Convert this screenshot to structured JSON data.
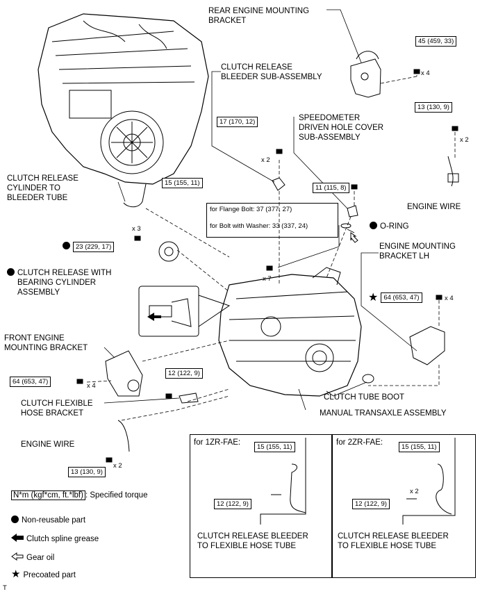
{
  "labels": {
    "rear_bracket": [
      "REAR ENGINE MOUNTING",
      "BRACKET"
    ],
    "bleeder_sub": [
      "CLUTCH RELEASE",
      "BLEEDER SUB-ASSEMBLY"
    ],
    "speedo_cover": [
      "SPEEDOMETER",
      "DRIVEN HOLE COVER",
      "SUB-ASSEMBLY"
    ],
    "cyl_to_bleeder": [
      "CLUTCH RELEASE",
      "CYLINDER TO",
      "BLEEDER TUBE"
    ],
    "engine_wire_r": "ENGINE WIRE",
    "o_ring": "O-RING",
    "release_bearing": [
      "CLUTCH RELEASE WITH",
      "BEARING CYLINDER",
      "ASSEMBLY"
    ],
    "mount_lh": [
      "ENGINE MOUNTING",
      "BRACKET LH"
    ],
    "front_bracket": [
      "FRONT ENGINE",
      "MOUNTING BRACKET"
    ],
    "flex_hose_bracket": [
      "CLUTCH FLEXIBLE",
      "HOSE BRACKET"
    ],
    "tube_boot": "CLUTCH TUBE BOOT",
    "transaxle": "MANUAL TRANSAXLE ASSEMBLY",
    "engine_wire_l": "ENGINE WIRE"
  },
  "torques": {
    "rear_bolt": "45 (459, 33)",
    "wire_r": "13 (130, 9)",
    "bleeder": "17 (170, 12)",
    "tube_top": "15 (155, 11)",
    "speedo": "11 (115, 8)",
    "release_cyl": "23 (229, 17)",
    "mount_lh": "64 (653, 47)",
    "front_bracket": "64 (653, 47)",
    "hose_bracket": "12 (122, 9)",
    "wire_l": "13 (130, 9)",
    "flange_bolt": "for Flange Bolt: 37 (377, 27)",
    "washer_bolt": "for Bolt with Washer: 33 (337, 24)"
  },
  "counts": {
    "rear_bolt": "x 4",
    "wire_r": "x 2",
    "bleeder": "x 2",
    "release_cyl": "x 3",
    "bolts_main": "x 7",
    "mount_lh": "x 4",
    "front_bracket": "x 4",
    "wire_l": "x 2",
    "zr2_bolt": "x 2"
  },
  "inset_1zr": {
    "title": "for 1ZR-FAE:",
    "torque_top": "15 (155, 11)",
    "torque_bolt": "12 (122, 9)",
    "caption": [
      "CLUTCH RELEASE BLEEDER",
      "TO FLEXIBLE HOSE TUBE"
    ]
  },
  "inset_2zr": {
    "title": "for 2ZR-FAE:",
    "torque_top": "15 (155, 11)",
    "torque_bolt": "12 (122, 9)",
    "caption": [
      "CLUTCH RELEASE BLEEDER",
      "TO FLEXIBLE HOSE TUBE"
    ]
  },
  "legend": {
    "torque_unit": "N*m (kgf*cm, ft.*lbf)",
    "torque_text": ": Specified torque",
    "non_reusable": "Non-reusable part",
    "spline_grease": "Clutch spline grease",
    "gear_oil": "Gear oil",
    "precoated": "Precoated part"
  },
  "footer": "T"
}
